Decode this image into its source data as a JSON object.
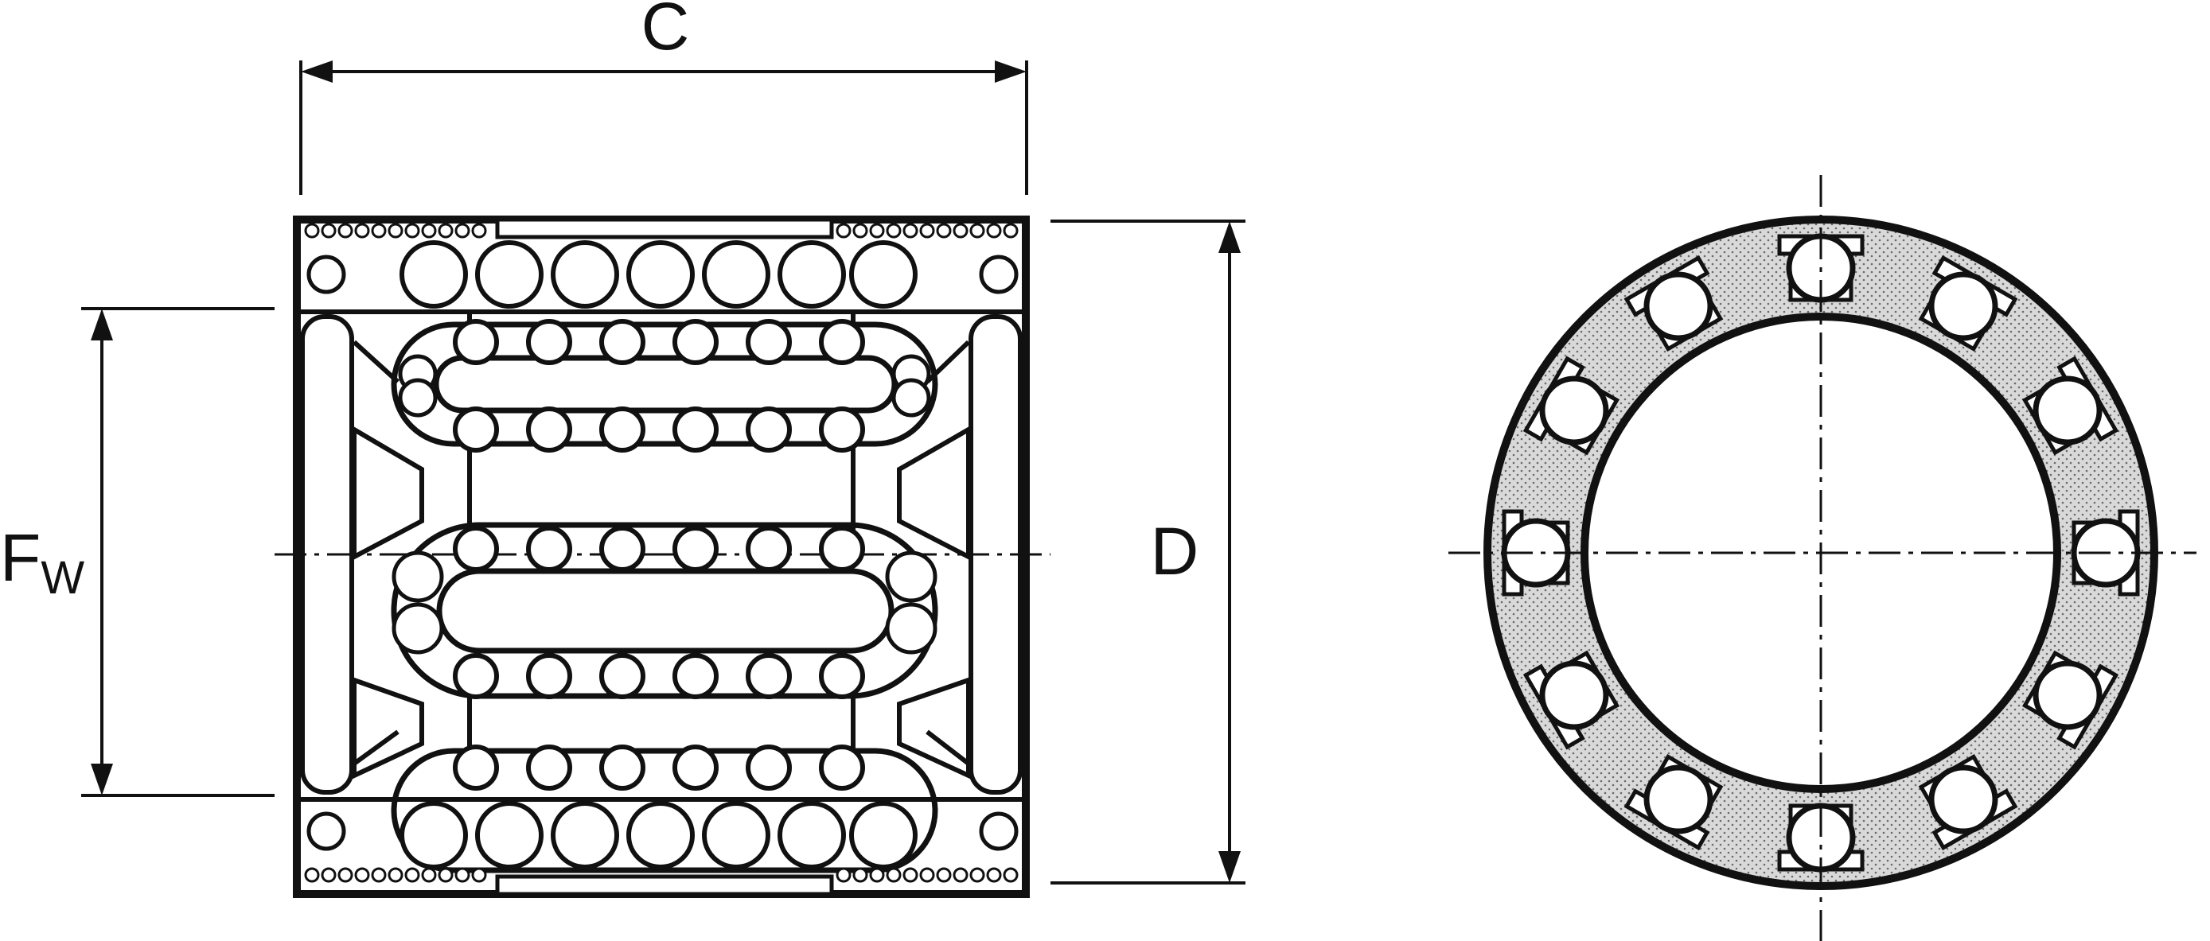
{
  "labels": {
    "width": "C",
    "outer_diameter": "D",
    "inner_main": "F",
    "inner_sub": "W"
  },
  "colors": {
    "ink": "#111111",
    "fill": "#ffffff",
    "shade": "#d6d6d6"
  }
}
